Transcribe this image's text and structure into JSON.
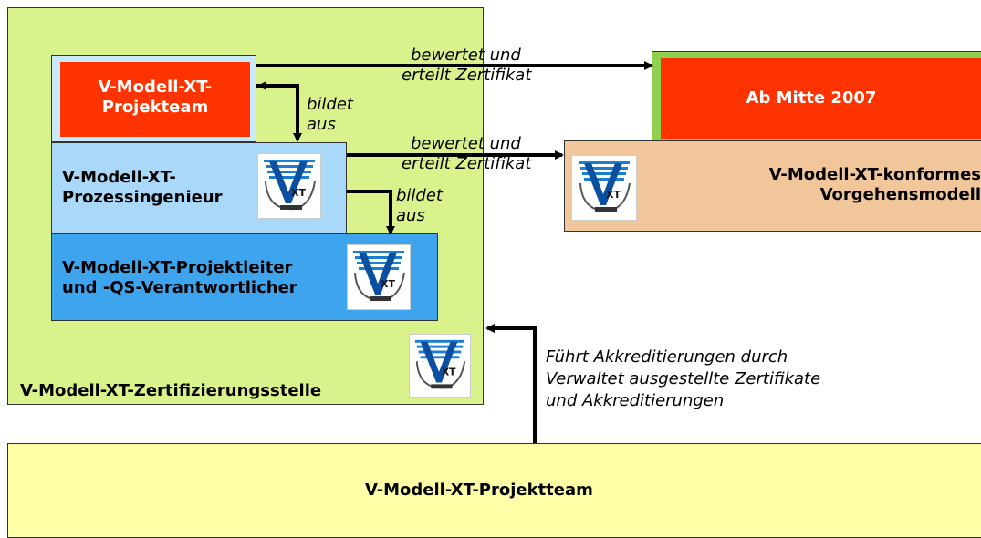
{
  "certification_body": {
    "label": "V-Modell-XT-Zertifizierungsstelle"
  },
  "project_team_inner": {
    "label_line1": "V-Modell-XT-",
    "label_line2": "Projekteam"
  },
  "process_engineer": {
    "label_line1": "V-Modell-XT-",
    "label_line2": "Prozessingenieur"
  },
  "project_manager": {
    "label_line1": "V-Modell-XT-Projektleiter",
    "label_line2": "und -QS-Verantwortlicher"
  },
  "future_box": {
    "label": "Ab Mitte 2007"
  },
  "conform_model": {
    "label_line1": "V-Modell-XT-konformes",
    "label_line2": "Vorgehensmodell"
  },
  "bottom_team": {
    "label": "V-Modell-XT-Projektteam"
  },
  "edges": {
    "certify_top": {
      "line1": "bewertet und",
      "line2": "erteilt Zertifikat"
    },
    "certify_mid": {
      "line1": "bewertet und",
      "line2": "erteilt Zertifikat"
    },
    "train_1": {
      "line1": "bildet",
      "line2": "aus"
    },
    "train_2": {
      "line1": "bildet",
      "line2": "aus"
    },
    "accredit": {
      "line1": "Führt Akkreditierungen durch",
      "line2": "Verwaltet ausgestellte Zertifikate",
      "line3": "und Akkreditierungen"
    }
  },
  "colors": {
    "outer_green": "#d9f28c",
    "red": "#ff3300",
    "light_blue": "#a9d8f8",
    "blue": "#3ea4ee",
    "peach": "#f0c69a",
    "pale_yellow": "#ffffa8"
  },
  "logo_icon": "v-modell-xt-certified-logo"
}
